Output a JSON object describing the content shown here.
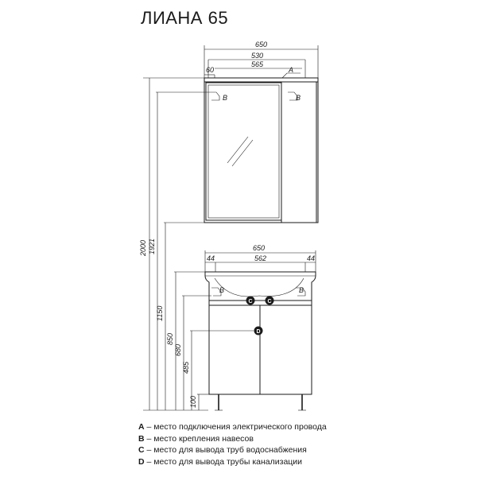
{
  "title": "ЛИАНА 65",
  "mirror": {
    "dims": {
      "width": "650",
      "inner_width": "530",
      "width_565": "565",
      "side": "60"
    },
    "labels": {
      "A": "A",
      "B_left": "B",
      "B_right": "B"
    }
  },
  "vanity": {
    "dims": {
      "width": "650",
      "left_offset": "44",
      "basin": "562",
      "right_offset": "44"
    },
    "labels": {
      "B": "B",
      "C_left": "C",
      "C_right": "C",
      "D": "D"
    }
  },
  "heights": {
    "h2000": "2000",
    "h1921": "1921",
    "h1150": "1150",
    "h850": "850",
    "h680": "680",
    "h485": "485",
    "h100": "100"
  },
  "legend": [
    {
      "key": "A",
      "text": " – место подключения электрического провода"
    },
    {
      "key": "B",
      "text": " – место крепления навесов"
    },
    {
      "key": "C",
      "text": " – место для вывода труб водоснабжения"
    },
    {
      "key": "D",
      "text": " – место для вывода трубы канализации"
    }
  ]
}
